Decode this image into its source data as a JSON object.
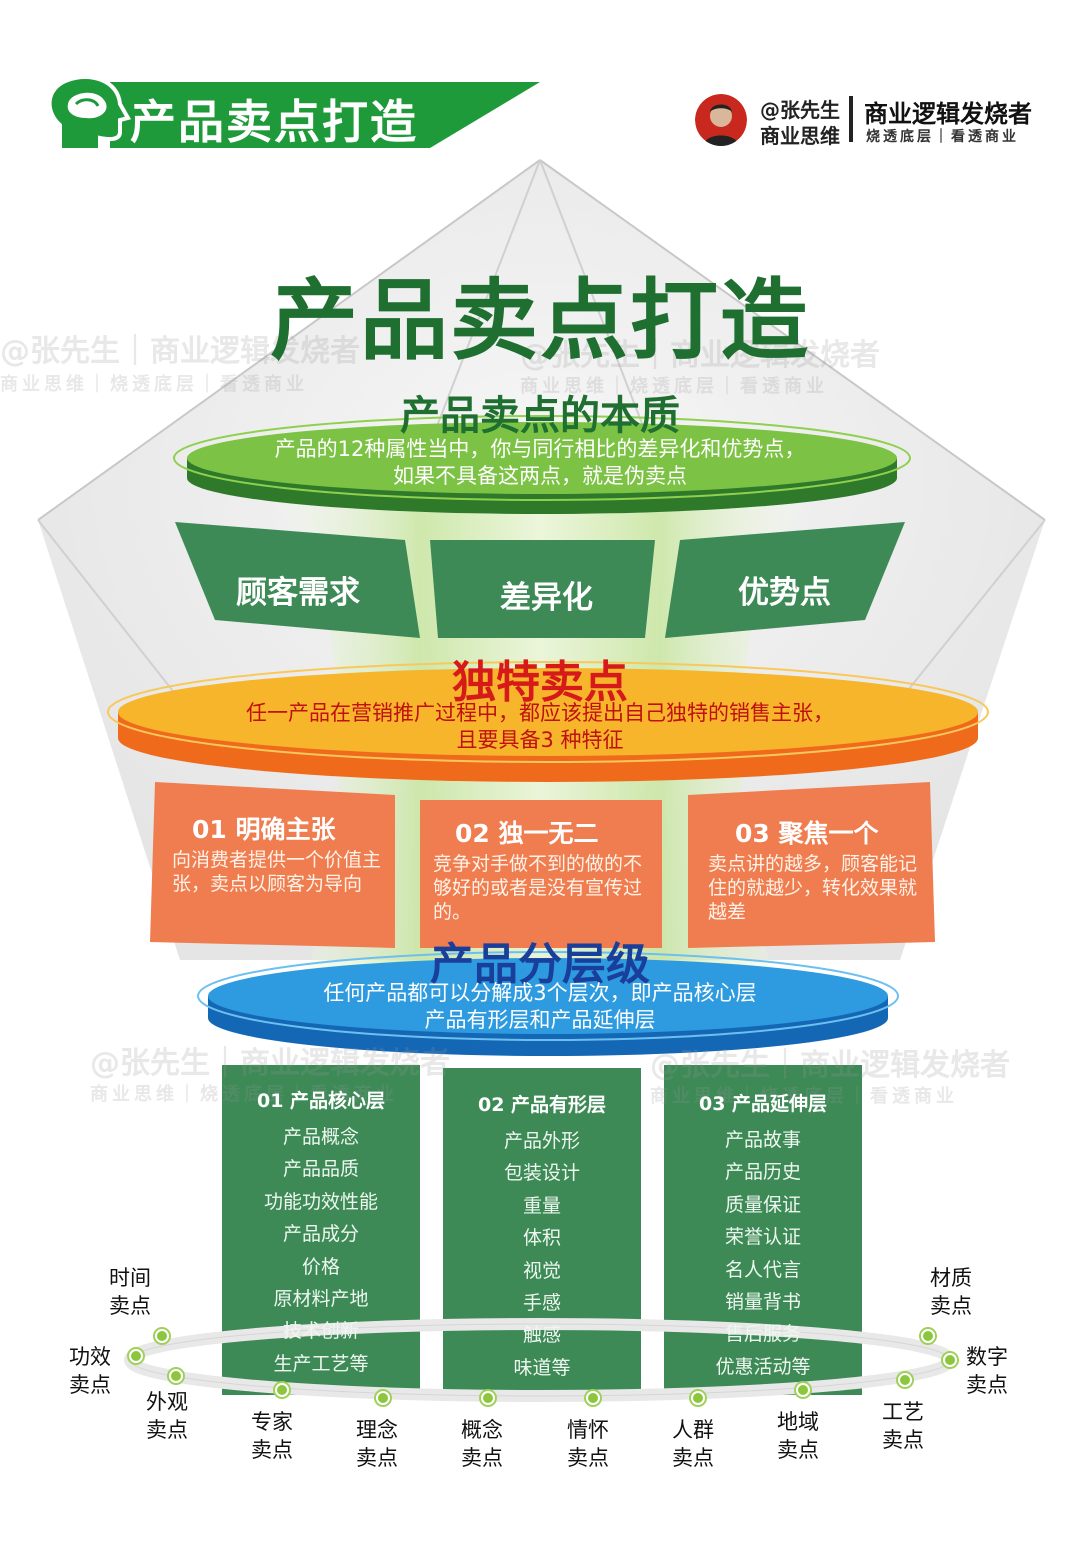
{
  "header": {
    "banner_title": "产品卖点打造",
    "author_handle": "@张先生",
    "author_sub": "商业思维",
    "brand_title": "商业逻辑发烧者",
    "brand_sub": "烧透底层｜看透商业"
  },
  "watermark": {
    "line1": "@张先生｜商业逻辑发烧者",
    "line2": "商业思维｜烧透底层｜看透商业"
  },
  "main_title": "产品卖点打造",
  "essence": {
    "title": "产品卖点的本质",
    "line1": "产品的12种属性当中，你与同行相比的差异化和优势点，",
    "line2": "如果不具备这两点，就是伪卖点",
    "labels": [
      "顾客需求",
      "差异化",
      "优势点"
    ]
  },
  "unique": {
    "title": "独特卖点",
    "line1": "任一产品在营销推广过程中，都应该提出自己独特的销售主张，",
    "line2": "且要具备3 种特征",
    "cards": [
      {
        "title": "01 明确主张",
        "body": "向消费者提供一个价值主张，卖点以顾客为导向"
      },
      {
        "title": "02 独一无二",
        "body": "竞争对手做不到的做的不够好的或者是没有宣传过的。"
      },
      {
        "title": "03 聚焦一个",
        "body": "卖点讲的越多，顾客能记住的就越少，转化效果就越差"
      }
    ]
  },
  "layers": {
    "title": "产品分层级",
    "line1": "任何产品都可以分解成3个层次，即产品核心层",
    "line2": "产品有形层和产品延伸层",
    "columns": [
      {
        "title": "01 产品核心层",
        "items": [
          "产品概念",
          "产品品质",
          "功能功效性能",
          "产品成分",
          "价格",
          "原材料产地",
          "技术创新",
          "生产工艺等"
        ]
      },
      {
        "title": "02 产品有形层",
        "items": [
          "产品外形",
          "包装设计",
          "重量",
          "体积",
          "视觉",
          "手感",
          "触感",
          "味道等"
        ]
      },
      {
        "title": "03 产品延伸层",
        "items": [
          "产品故事",
          "产品历史",
          "质量保证",
          "荣誉认证",
          "名人代言",
          "销量背书",
          "售后服务",
          "优惠活动等"
        ]
      }
    ]
  },
  "selling_points": [
    {
      "line1": "时间",
      "line2": "卖点"
    },
    {
      "line1": "功效",
      "line2": "卖点"
    },
    {
      "line1": "外观",
      "line2": "卖点"
    },
    {
      "line1": "专家",
      "line2": "卖点"
    },
    {
      "line1": "理念",
      "line2": "卖点"
    },
    {
      "line1": "概念",
      "line2": "卖点"
    },
    {
      "line1": "情怀",
      "line2": "卖点"
    },
    {
      "line1": "人群",
      "line2": "卖点"
    },
    {
      "line1": "地域",
      "line2": "卖点"
    },
    {
      "line1": "工艺",
      "line2": "卖点"
    },
    {
      "line1": "数字",
      "line2": "卖点"
    },
    {
      "line1": "材质",
      "line2": "卖点"
    }
  ],
  "colors": {
    "dark_green": "#1e6f30",
    "panel_green": "#3d8a57",
    "disc_green": "#7cc244",
    "disc_orange": "#f5a623",
    "card_orange": "#ef7d4f",
    "disc_blue": "#2b8fd8",
    "title_red": "#d61a1a",
    "title_blue": "#1a3f9a"
  },
  "icons": {
    "banner": "head-brain-icon",
    "avatar": "avatar-photo",
    "dots": "green-dot-icon"
  }
}
